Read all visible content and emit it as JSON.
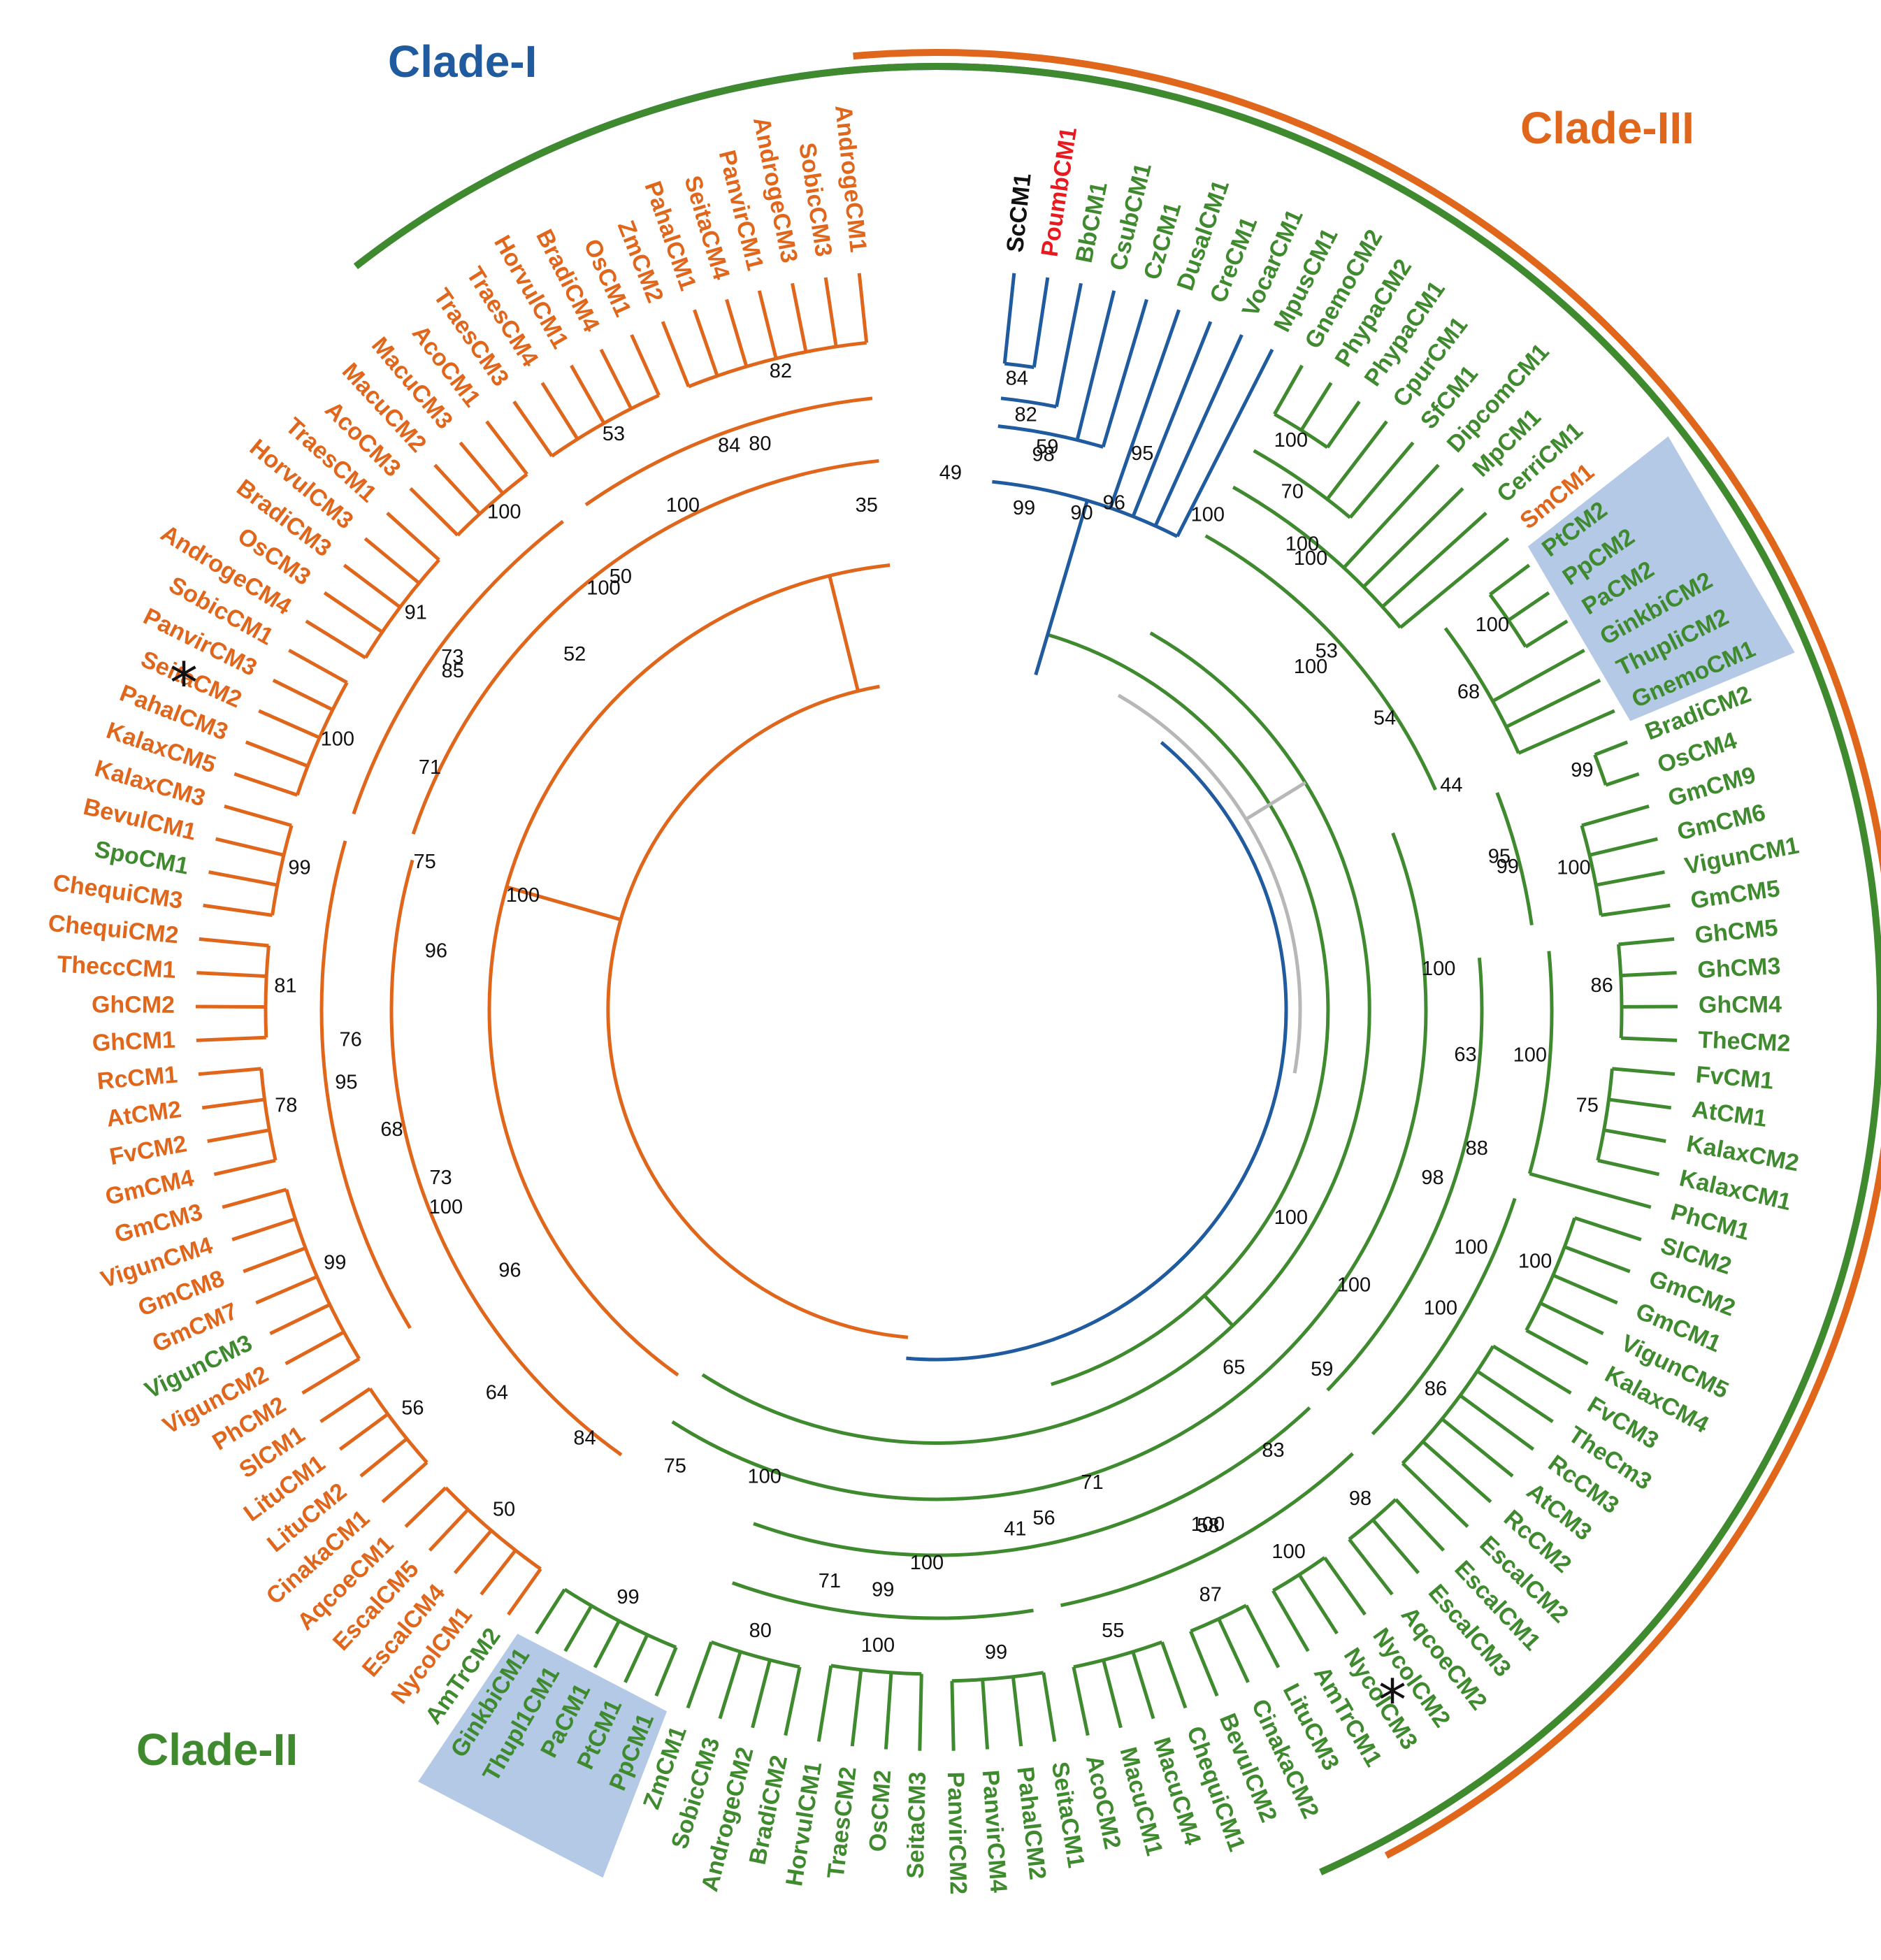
{
  "colors": {
    "clade1": "#1f5b9e",
    "clade2": "#3f8a2e",
    "clade3": "#e0661c",
    "red": "#e8191f",
    "black": "#111111",
    "gray": "#b7b7b7",
    "highlight": "#b3c9e6"
  },
  "clades": [
    {
      "id": "clade1",
      "label": "Clade-I"
    },
    {
      "id": "clade2",
      "label": "Clade-II"
    },
    {
      "id": "clade3",
      "label": "Clade-III"
    }
  ],
  "star_symbol": "*",
  "leaves": [
    {
      "name": "ScCM1",
      "color": "black"
    },
    {
      "name": "PoumbCM1",
      "color": "red"
    },
    {
      "name": "BbCM1",
      "color": "clade2"
    },
    {
      "name": "CsubCM1",
      "color": "clade2"
    },
    {
      "name": "CzCM1",
      "color": "clade2"
    },
    {
      "name": "DusalCM1",
      "color": "clade2"
    },
    {
      "name": "CreCM1",
      "color": "clade2"
    },
    {
      "name": "VocarCM1",
      "color": "clade2"
    },
    {
      "name": "MpusCM1",
      "color": "clade2"
    },
    {
      "name": "GnemoCM2",
      "color": "clade2"
    },
    {
      "name": "PhypaCM2",
      "color": "clade2"
    },
    {
      "name": "PhypaCM1",
      "color": "clade2"
    },
    {
      "name": "CpurCM1",
      "color": "clade2"
    },
    {
      "name": "SfCM1",
      "color": "clade2"
    },
    {
      "name": "DipcomCM1",
      "color": "clade2"
    },
    {
      "name": "MpCM1",
      "color": "clade2"
    },
    {
      "name": "CerriCM1",
      "color": "clade2"
    },
    {
      "name": "SmCM1",
      "color": "clade3"
    },
    {
      "name": "PtCM2",
      "color": "clade2"
    },
    {
      "name": "PpCM2",
      "color": "clade2"
    },
    {
      "name": "PaCM2",
      "color": "clade2"
    },
    {
      "name": "GinkbiCM2",
      "color": "clade2"
    },
    {
      "name": "ThupliCM2",
      "color": "clade2"
    },
    {
      "name": "GnemoCM1",
      "color": "clade2"
    },
    {
      "name": "BradiCM2",
      "color": "clade2"
    },
    {
      "name": "OsCM4",
      "color": "clade2"
    },
    {
      "name": "GmCM9",
      "color": "clade2"
    },
    {
      "name": "GmCM6",
      "color": "clade2"
    },
    {
      "name": "VigunCM1",
      "color": "clade2"
    },
    {
      "name": "GmCM5",
      "color": "clade2"
    },
    {
      "name": "GhCM5",
      "color": "clade2"
    },
    {
      "name": "GhCM3",
      "color": "clade2"
    },
    {
      "name": "GhCM4",
      "color": "clade2"
    },
    {
      "name": "TheCM2",
      "color": "clade2"
    },
    {
      "name": "FvCM1",
      "color": "clade2"
    },
    {
      "name": "AtCM1",
      "color": "clade2"
    },
    {
      "name": "KalaxCM2",
      "color": "clade2"
    },
    {
      "name": "KalaxCM1",
      "color": "clade2"
    },
    {
      "name": "PhCM1",
      "color": "clade2"
    },
    {
      "name": "SlCM2",
      "color": "clade2"
    },
    {
      "name": "GmCM2",
      "color": "clade2"
    },
    {
      "name": "GmCM1",
      "color": "clade2"
    },
    {
      "name": "VigunCM5",
      "color": "clade2"
    },
    {
      "name": "KalaxCM4",
      "color": "clade2"
    },
    {
      "name": "FvCM3",
      "color": "clade2"
    },
    {
      "name": "TheCm3",
      "color": "clade2"
    },
    {
      "name": "RcCM3",
      "color": "clade2"
    },
    {
      "name": "AtCM3",
      "color": "clade2"
    },
    {
      "name": "RcCM2",
      "color": "clade2"
    },
    {
      "name": "EscalCM2",
      "color": "clade2"
    },
    {
      "name": "EscalCM1",
      "color": "clade2"
    },
    {
      "name": "EscalCM3",
      "color": "clade2"
    },
    {
      "name": "AqcoeCM2",
      "color": "clade2"
    },
    {
      "name": "NycolCM2",
      "color": "clade2"
    },
    {
      "name": "NycolCM3",
      "color": "clade2"
    },
    {
      "name": "AmTrCM1",
      "color": "clade2"
    },
    {
      "name": "LituCM3",
      "color": "clade2"
    },
    {
      "name": "CinakaCM2",
      "color": "clade2"
    },
    {
      "name": "BevulCM2",
      "color": "clade2"
    },
    {
      "name": "ChequiCM1",
      "color": "clade2"
    },
    {
      "name": "MacuCM4",
      "color": "clade2"
    },
    {
      "name": "MacuCM1",
      "color": "clade2"
    },
    {
      "name": "AcoCM2",
      "color": "clade2"
    },
    {
      "name": "SeitaCM1",
      "color": "clade2"
    },
    {
      "name": "PahalCM2",
      "color": "clade2"
    },
    {
      "name": "PanvirCM4",
      "color": "clade2"
    },
    {
      "name": "PanvirCM2",
      "color": "clade2"
    },
    {
      "name": "SeitaCM3",
      "color": "clade2"
    },
    {
      "name": "OsCM2",
      "color": "clade2"
    },
    {
      "name": "TraesCM2",
      "color": "clade2"
    },
    {
      "name": "HorvulCM1",
      "color": "clade2"
    },
    {
      "name": "BradiCM2",
      "color": "clade2"
    },
    {
      "name": "AndrogeCM2",
      "color": "clade2"
    },
    {
      "name": "SobicCM3",
      "color": "clade2"
    },
    {
      "name": "ZmCM1",
      "color": "clade2"
    },
    {
      "name": "PpCM1",
      "color": "clade2"
    },
    {
      "name": "PtCM1",
      "color": "clade2"
    },
    {
      "name": "PaCM1",
      "color": "clade2"
    },
    {
      "name": "Thupl1CM1",
      "color": "clade2"
    },
    {
      "name": "GinkbiCM1",
      "color": "clade2"
    },
    {
      "name": "AmTrCM2",
      "color": "clade2"
    },
    {
      "name": "NycolCM1",
      "color": "clade3"
    },
    {
      "name": "EscalCM4",
      "color": "clade3"
    },
    {
      "name": "EscalCM5",
      "color": "clade3"
    },
    {
      "name": "AqcoeCM1",
      "color": "clade3"
    },
    {
      "name": "CinakaCM1",
      "color": "clade3"
    },
    {
      "name": "LituCM2",
      "color": "clade3"
    },
    {
      "name": "LituCM1",
      "color": "clade3"
    },
    {
      "name": "SlCM1",
      "color": "clade3"
    },
    {
      "name": "PhCM2",
      "color": "clade3"
    },
    {
      "name": "VigunCM2",
      "color": "clade3"
    },
    {
      "name": "VigunCM3",
      "color": "clade2"
    },
    {
      "name": "GmCM7",
      "color": "clade3"
    },
    {
      "name": "GmCM8",
      "color": "clade3"
    },
    {
      "name": "VigunCM4",
      "color": "clade3"
    },
    {
      "name": "GmCM3",
      "color": "clade3"
    },
    {
      "name": "GmCM4",
      "color": "clade3"
    },
    {
      "name": "FvCM2",
      "color": "clade3"
    },
    {
      "name": "AtCM2",
      "color": "clade3"
    },
    {
      "name": "RcCM1",
      "color": "clade3"
    },
    {
      "name": "GhCM1",
      "color": "clade3"
    },
    {
      "name": "GhCM2",
      "color": "clade3"
    },
    {
      "name": "TheccCM1",
      "color": "clade3"
    },
    {
      "name": "ChequiCM2",
      "color": "clade3"
    },
    {
      "name": "ChequiCM3",
      "color": "clade3"
    },
    {
      "name": "SpoCM1",
      "color": "clade2"
    },
    {
      "name": "BevulCM1",
      "color": "clade3"
    },
    {
      "name": "KalaxCM3",
      "color": "clade3"
    },
    {
      "name": "KalaxCM5",
      "color": "clade3"
    },
    {
      "name": "PahalCM3",
      "color": "clade3"
    },
    {
      "name": "SeitaCM2",
      "color": "clade3"
    },
    {
      "name": "PanvirCM3",
      "color": "clade3"
    },
    {
      "name": "SobicCM1",
      "color": "clade3"
    },
    {
      "name": "AndrogeCM4",
      "color": "clade3"
    },
    {
      "name": "OsCM3",
      "color": "clade3"
    },
    {
      "name": "BradiCM3",
      "color": "clade3"
    },
    {
      "name": "HorvulCM3",
      "color": "clade3"
    },
    {
      "name": "TraesCM1",
      "color": "clade3"
    },
    {
      "name": "AcoCM3",
      "color": "clade3"
    },
    {
      "name": "MacuCM2",
      "color": "clade3"
    },
    {
      "name": "MacuCM3",
      "color": "clade3"
    },
    {
      "name": "AcoCM1",
      "color": "clade3"
    },
    {
      "name": "TraesCM3",
      "color": "clade3"
    },
    {
      "name": "TraesCM4",
      "color": "clade3"
    },
    {
      "name": "HorvulCM1",
      "color": "clade3"
    },
    {
      "name": "BradiCM4",
      "color": "clade3"
    },
    {
      "name": "OsCM1",
      "color": "clade3"
    },
    {
      "name": "ZmCM2",
      "color": "clade3"
    },
    {
      "name": "PahalCM1",
      "color": "clade3"
    },
    {
      "name": "SeitaCM4",
      "color": "clade3"
    },
    {
      "name": "PanvirCM1",
      "color": "clade3"
    },
    {
      "name": "AndrogeCM3",
      "color": "clade3"
    },
    {
      "name": "SobicCM3",
      "color": "clade3"
    },
    {
      "name": "AndrogeCM1",
      "color": "clade3"
    }
  ],
  "bootstrap": [
    "84",
    "82",
    "59",
    "90",
    "100",
    "70",
    "100",
    "100",
    "68",
    "53",
    "99",
    "100",
    "95",
    "86",
    "75",
    "100",
    "100",
    "86",
    "100",
    "98",
    "98",
    "100",
    "87",
    "55",
    "99",
    "100",
    "80",
    "58",
    "99",
    "56",
    "99",
    "65",
    "100",
    "50",
    "56",
    "99",
    "78",
    "81",
    "99",
    "95",
    "100",
    "91",
    "100",
    "73",
    "53",
    "82",
    "84",
    "100",
    "73",
    "100",
    "99",
    "96",
    "100",
    "100",
    "100",
    "54",
    "44",
    "99",
    "100",
    "63",
    "88",
    "100",
    "100",
    "59",
    "83",
    "100",
    "71",
    "41",
    "100",
    "71",
    "100",
    "75",
    "84",
    "64",
    "96",
    "100",
    "68",
    "76",
    "96",
    "75",
    "71",
    "85",
    "52",
    "50",
    "100",
    "80",
    "35",
    "49",
    "98",
    "95"
  ]
}
